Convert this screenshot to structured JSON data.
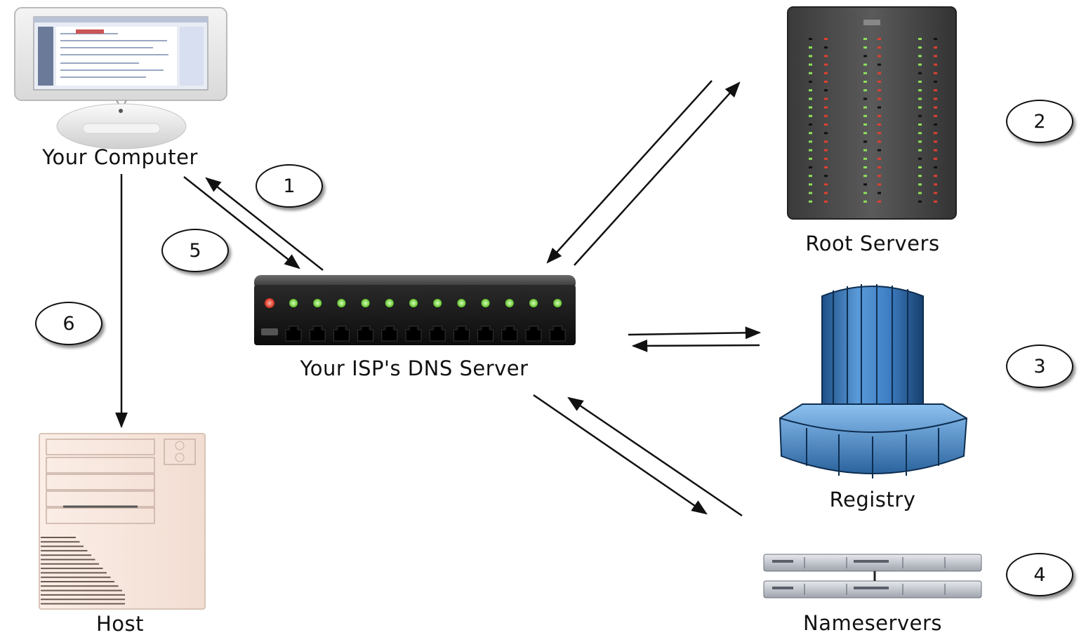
{
  "nodes": {
    "your_computer": "Your Computer",
    "isp_dns": "Your ISP's DNS Server",
    "root_servers": "Root Servers",
    "registry": "Registry",
    "nameservers": "Nameservers",
    "host": "Host"
  },
  "steps": [
    "1",
    "2",
    "3",
    "4",
    "5",
    "6"
  ],
  "colors": {
    "arrow": "#111111",
    "led_green": "#8ee05a",
    "led_red": "#e04030",
    "registry_blue": "#3f7fc4"
  },
  "icons": [
    "imac-icon",
    "switch-icon",
    "rack-server-icon",
    "supercomputer-icon",
    "rackmount-server-icon",
    "tower-server-icon"
  ]
}
